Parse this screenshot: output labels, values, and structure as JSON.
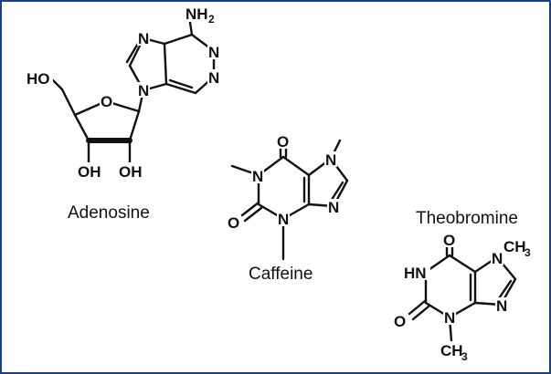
{
  "border_color": "#1a3f8a",
  "molecules": [
    {
      "name": "Adenosine",
      "atoms": {
        "n_amine": "NH",
        "n_amine_sub": "2",
        "n1": "N",
        "n3": "N",
        "n7": "N",
        "n9": "N",
        "o_ring": "O",
        "ho": "HO",
        "oh1": "OH",
        "oh2": "OH"
      }
    },
    {
      "name": "Caffeine",
      "atoms": {
        "o1": "O",
        "o2": "O",
        "n1": "N",
        "n3": "N",
        "n7": "N",
        "n9": "N"
      }
    },
    {
      "name": "Theobromine",
      "atoms": {
        "o1": "O",
        "o2": "O",
        "hn": "HN",
        "n3": "N",
        "n7": "N",
        "n9": "N",
        "ch3a": "CH",
        "ch3a_sub": "3",
        "ch3b": "CH",
        "ch3b_sub": "3"
      }
    }
  ]
}
